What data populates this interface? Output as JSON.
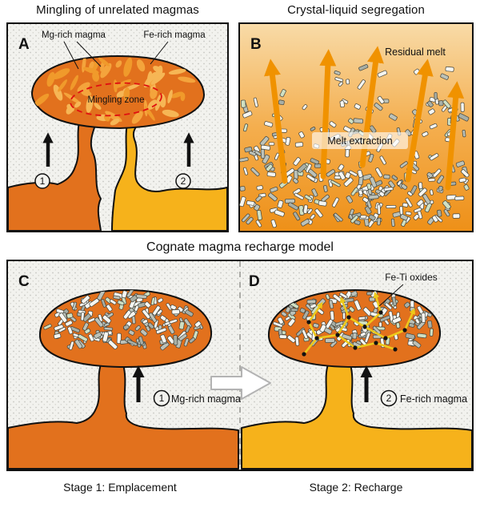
{
  "figure": {
    "panel_a": {
      "title": "Mingling of unrelated magmas",
      "letter": "A",
      "labels": {
        "mg_rich": "Mg-rich magma",
        "fe_rich": "Fe-rich magma",
        "mingling_zone": "Mingling zone",
        "step_1": "1",
        "step_2": "2"
      }
    },
    "panel_b": {
      "title": "Crystal-liquid segregation",
      "letter": "B",
      "labels": {
        "residual_melt": "Residual melt",
        "melt_extraction": "Melt extraction"
      }
    },
    "bottom": {
      "title": "Cognate magma recharge model",
      "panel_c": {
        "letter": "C",
        "step": "1",
        "label": "Mg-rich magma",
        "caption": "Stage 1: Emplacement"
      },
      "panel_d": {
        "letter": "D",
        "step": "2",
        "label": "Fe-rich magma",
        "fe_ti_oxides": "Fe-Ti oxides",
        "caption": "Stage 2: Recharge"
      }
    }
  },
  "colors": {
    "mg_rich_magma": "#e2711d",
    "fe_rich_magma": "#f6b21b",
    "mingle_blob": "#f4a43c",
    "melt_arrow": "#f09200",
    "vein_yellow": "#edc91b",
    "mingling_outline": "#e01010",
    "crystal_white": "#f6f6f1",
    "crystal_gray": "#bcc2b9",
    "crystal_green": "#cfe0c3"
  }
}
